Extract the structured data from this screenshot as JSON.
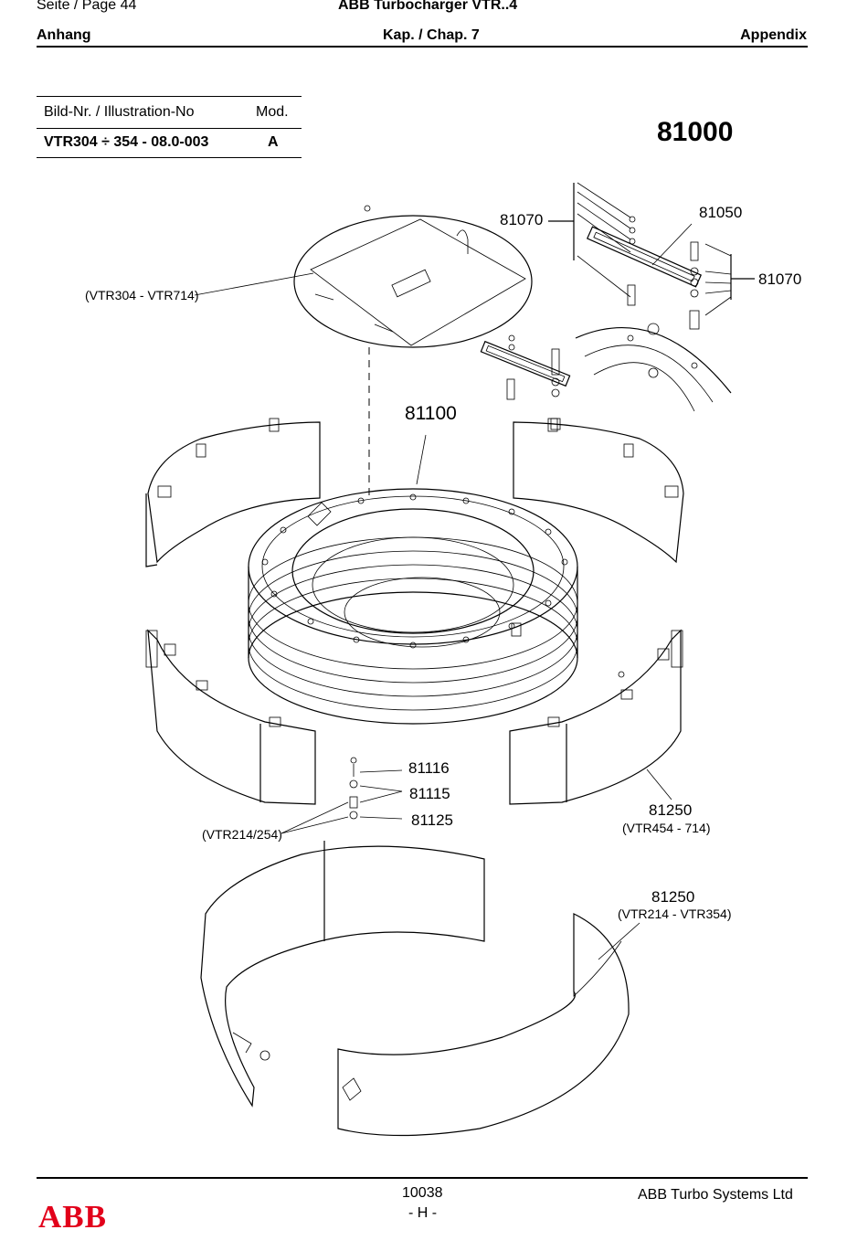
{
  "header": {
    "page": "Seite / Page  44",
    "title": "ABB Turbocharger VTR..4",
    "section_left": "Anhang",
    "section_center": "Kap. / Chap. 7",
    "section_right": "Appendix"
  },
  "info_table": {
    "col1_header": "Bild-Nr. / Illustration-No",
    "col2_header": "Mod.",
    "illustration_no": "VTR304 ÷ 354 - 08.0-003",
    "mod": "A"
  },
  "group_number": "81000",
  "callouts": {
    "c81070_top": "81070",
    "c81050": "81050",
    "c81070_right": "81070",
    "vtr304_714": "(VTR304 - VTR714)",
    "c81100": "81100",
    "c81116": "81116",
    "c81115": "81115",
    "c81125": "81125",
    "vtr214_254": "(VTR214/254)",
    "c81250_a": "81250",
    "vtr454_714": "(VTR454 - 714)",
    "c81250_b": "81250",
    "vtr214_354": "(VTR214 - VTR354)"
  },
  "footer": {
    "logo_text": "ABB",
    "doc_number": "10038",
    "revision": "- H -",
    "company": "ABB Turbo Systems Ltd"
  }
}
